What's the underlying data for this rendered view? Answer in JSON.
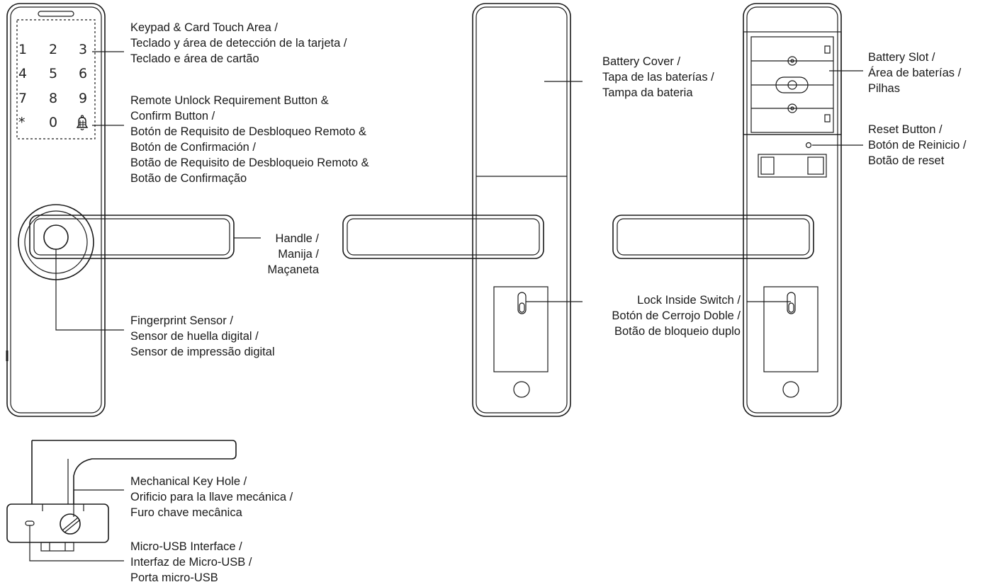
{
  "keypad": {
    "keys": [
      "1",
      "2",
      "3",
      "4",
      "5",
      "6",
      "7",
      "8",
      "9",
      "*",
      "0"
    ],
    "bell_icon": "bell-icon"
  },
  "labels": {
    "keypad_area": [
      "Keypad & Card Touch Area /",
      "Teclado y área de detección de la tarjeta /",
      "Teclado e área de cartão"
    ],
    "remote_unlock": [
      "Remote Unlock Requirement Button &",
      "Confirm Button /",
      "Botón de Requisito de Desbloqueo Remoto &",
      "Botón de Confirmación /",
      "Botão de Requisito de Desbloqueio Remoto &",
      "Botão de Confirmação"
    ],
    "handle": [
      "Handle /",
      "Manija /",
      "Maçaneta"
    ],
    "fingerprint": [
      "Fingerprint Sensor /",
      "Sensor de huella digital /",
      "Sensor de impressão digital"
    ],
    "battery_cover": [
      "Battery Cover /",
      "Tapa de las baterías /",
      "Tampa da bateria"
    ],
    "lock_inside": [
      "Lock Inside Switch /",
      "Botón de Cerrojo Doble /",
      "Botão de bloqueio duplo"
    ],
    "battery_slot": [
      "Battery Slot /",
      "Área de baterías /",
      "Pilhas"
    ],
    "reset": [
      "Reset Button /",
      "Botón de Reinicio /",
      "Botão de reset"
    ],
    "key_hole": [
      "Mechanical Key Hole /",
      "Orificio para la llave mecánica /",
      "Furo chave mecânica"
    ],
    "micro_usb": [
      "Micro-USB Interface /",
      "Interfaz de Micro-USB /",
      "Porta micro-USB"
    ]
  }
}
